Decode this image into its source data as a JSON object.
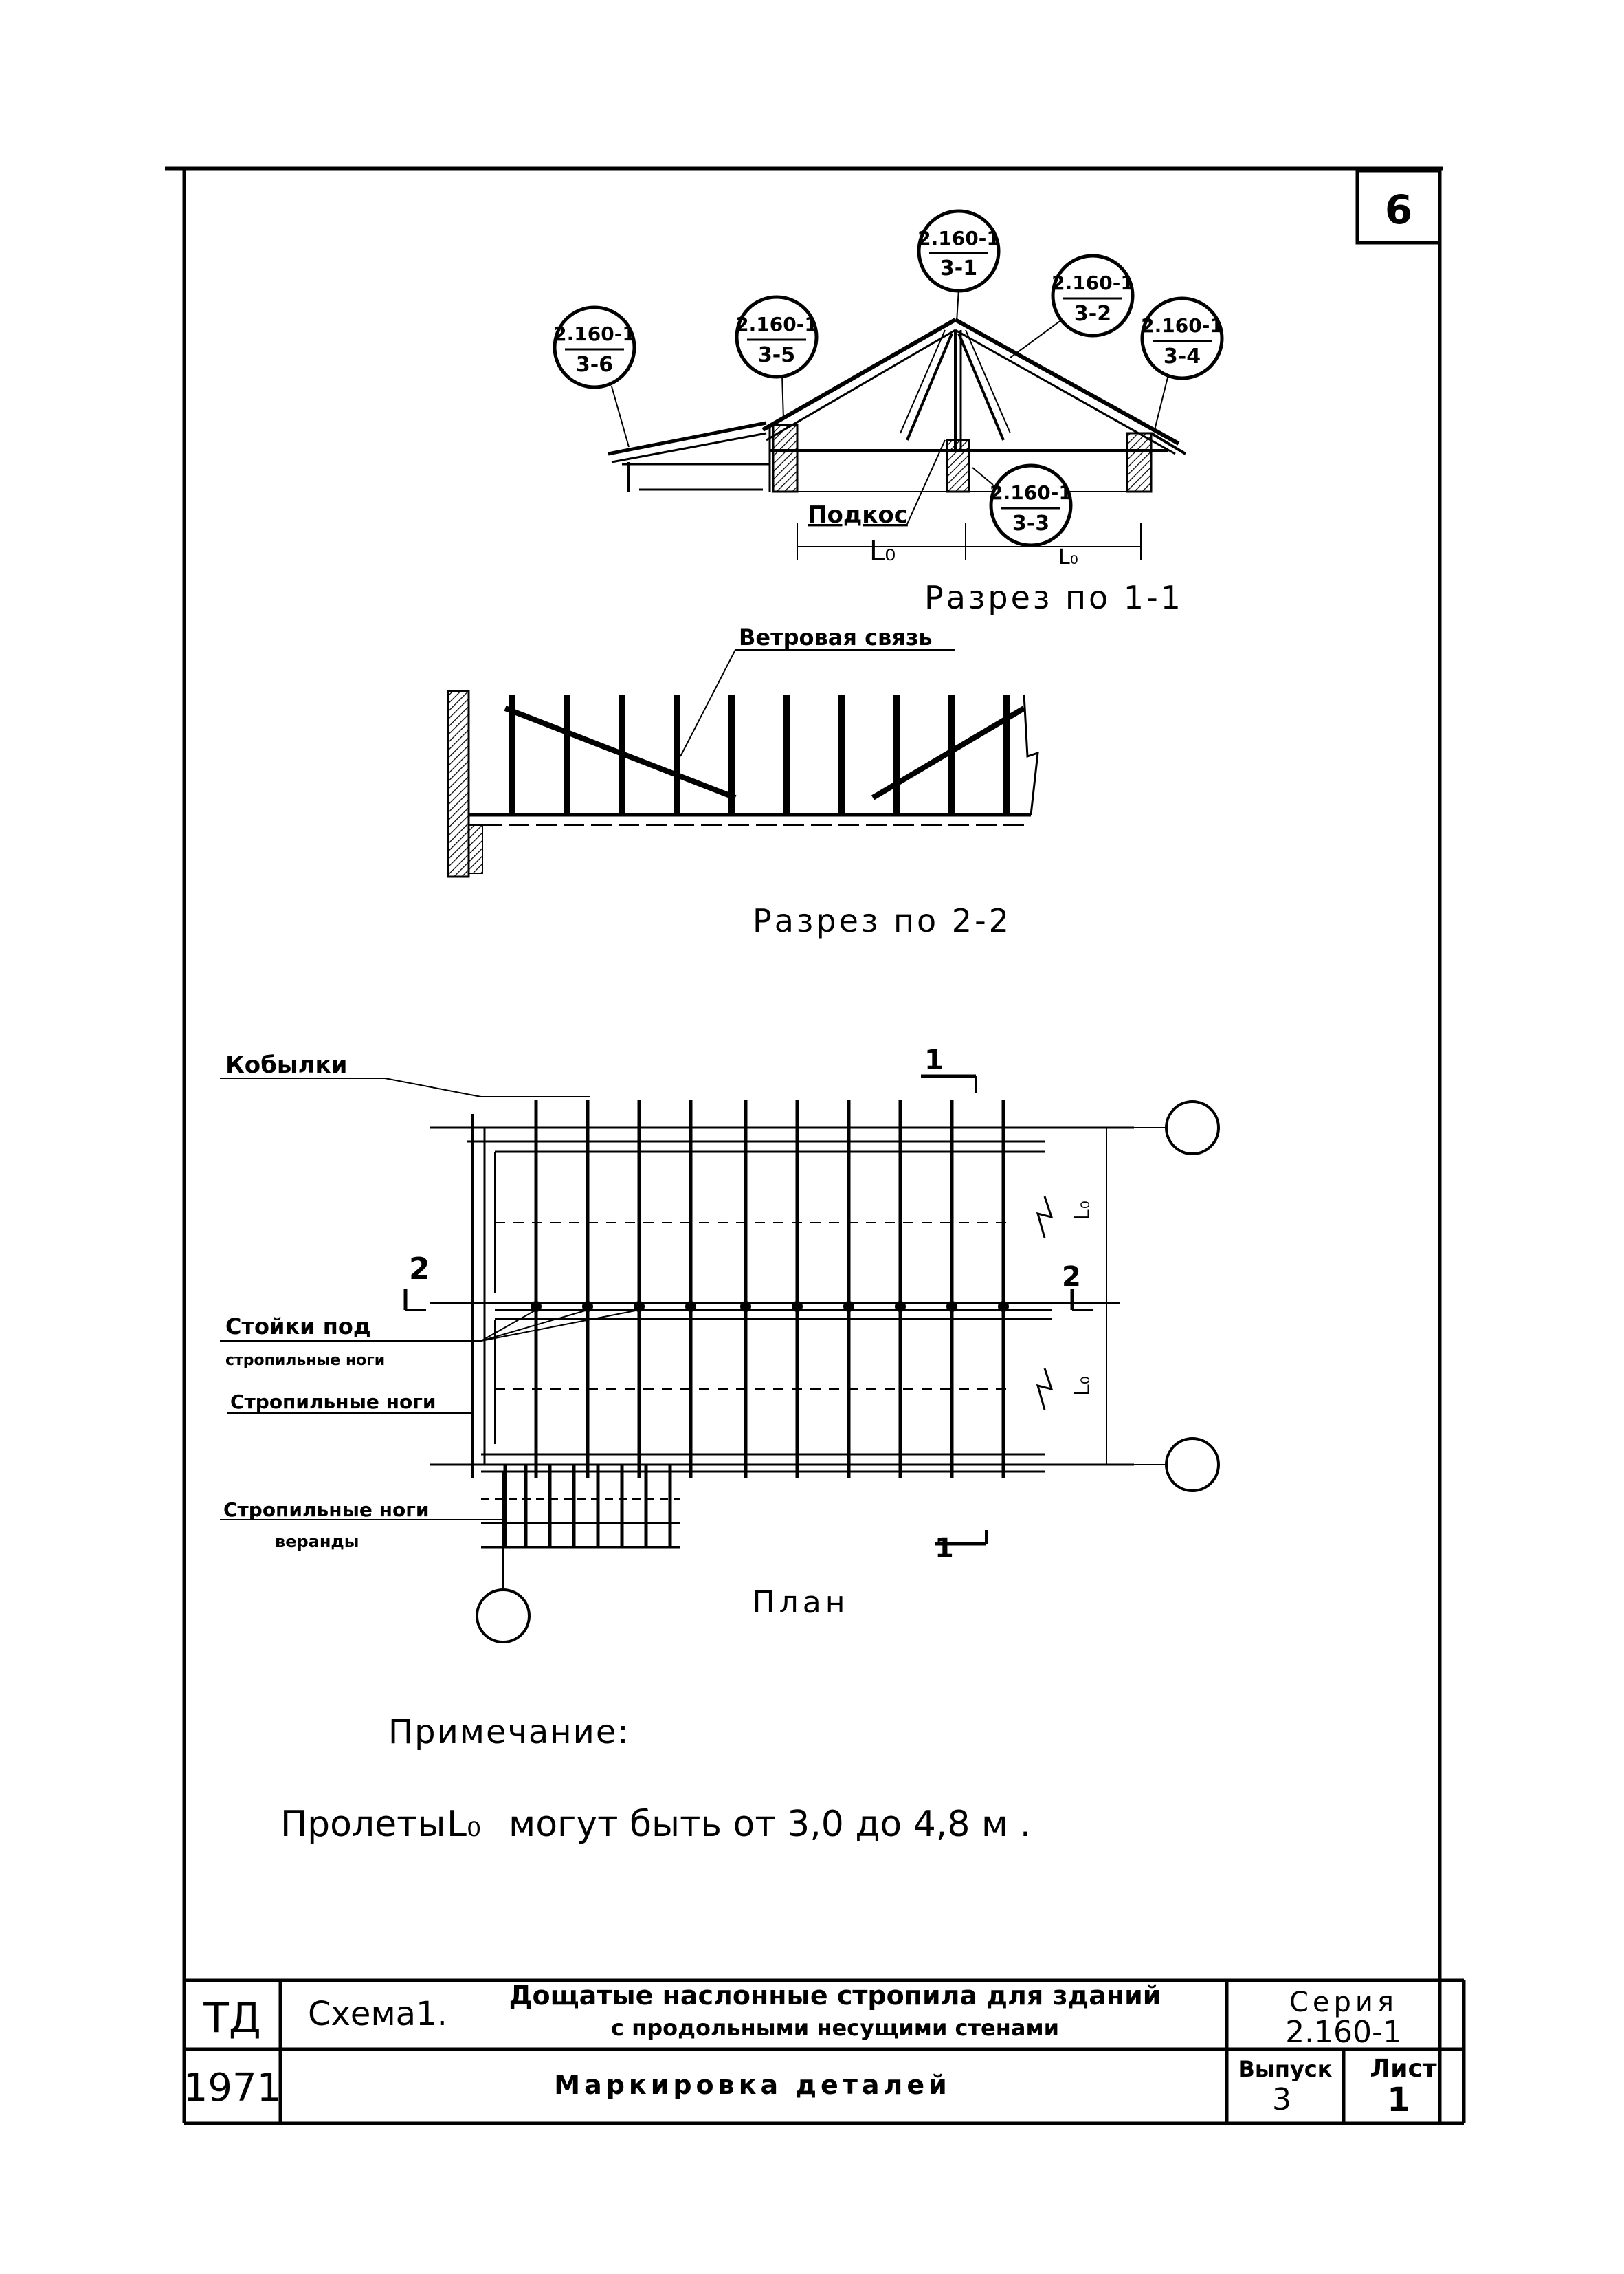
{
  "sheet": {
    "number": "6"
  },
  "section_1": {
    "caption": "Разрез по 1-1",
    "callouts": [
      {
        "top": "2.160-1",
        "bottom": "3-6"
      },
      {
        "top": "2.160-1",
        "bottom": "3-5"
      },
      {
        "top": "2.160-1",
        "bottom": "3-1"
      },
      {
        "top": "2.160-1",
        "bottom": "3-2"
      },
      {
        "top": "2.160-1",
        "bottom": "3-4"
      },
      {
        "top": "2.160-1",
        "bottom": "3-3"
      }
    ],
    "podkos_label": "Подкос",
    "span_label_left": "L₀",
    "span_label_right": "L₀"
  },
  "section_2": {
    "caption": "Разрез по 2-2",
    "wind_brace_label": "Ветровая связь"
  },
  "plan": {
    "caption": "План",
    "label_kobylki": "Кобылки",
    "label_stoyki_1": "Стойки под",
    "label_stoyki_2": "стропильные ноги",
    "label_strop": "Стропильные ноги",
    "label_veranda_1": "Стропильные ноги",
    "label_veranda_2": "веранды",
    "section_mark_1": "1",
    "section_mark_2": "2",
    "dim_label": "L₀"
  },
  "note": {
    "heading": "Примечание:",
    "text_before": "Пролеты",
    "text_lo": "L₀",
    "text_after": "могут быть от 3,0 до 4,8 м ."
  },
  "title_block": {
    "org": "ТД",
    "year": "1971",
    "scheme": "Схема1.",
    "title_line1": "Дощатые наслонные стропила для зданий",
    "title_line2": "с продольными несущими стенами",
    "subtitle": "Маркировка деталей",
    "seria_label": "Серия",
    "seria_value": "2.160-1",
    "vypusk_label": "Выпуск",
    "vypusk_value": "3",
    "list_label": "Лист",
    "list_value": "1"
  }
}
